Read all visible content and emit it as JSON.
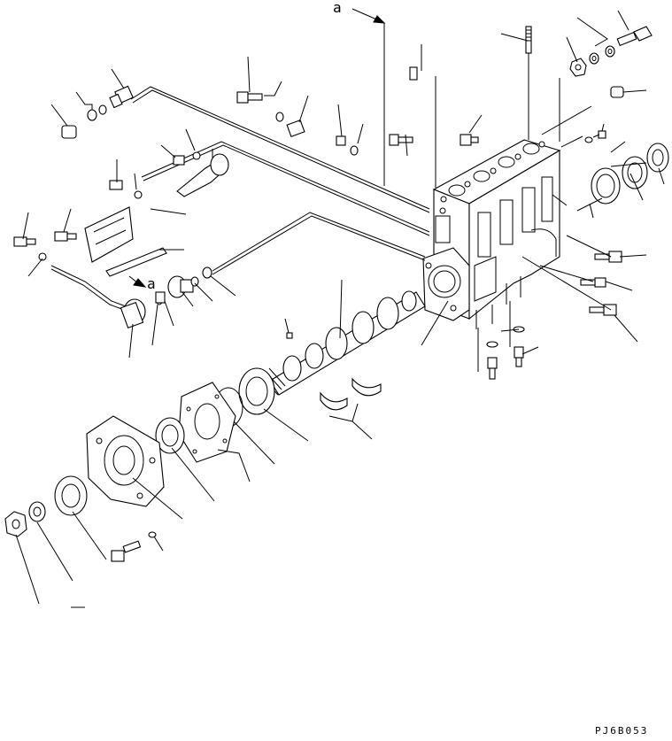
{
  "diagram": {
    "reference_labels": [
      "a",
      "a"
    ],
    "drawing_code": "PJ6B053"
  }
}
